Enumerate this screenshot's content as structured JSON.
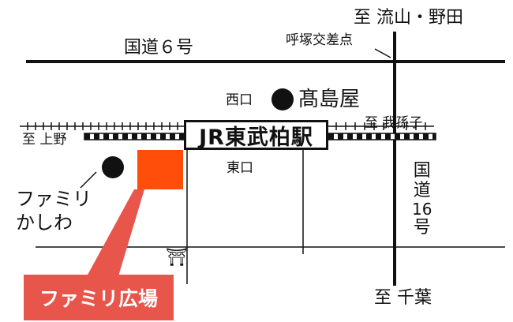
{
  "map": {
    "road_route6": "国道６号",
    "road_route16": [
      "国",
      "道",
      "16",
      "号"
    ],
    "intersection": "呼塚交差点",
    "to_north": "至 流山・野田",
    "to_south": "至 千葉",
    "to_west": "至 上野",
    "to_east": "至 我孫子",
    "station": "JR東武柏駅",
    "exit_west": "西口",
    "exit_east": "東口",
    "landmark_takashimaya": "髙島屋",
    "landmark_famiri": [
      "ファミリ",
      "かしわ"
    ],
    "venue_label": "ファミリ広場",
    "shrine_symbol": "⛩"
  },
  "colors": {
    "line": "#111111",
    "venue": "#ff4d0a",
    "callout": "#e8554a",
    "background": "#ffffff"
  }
}
